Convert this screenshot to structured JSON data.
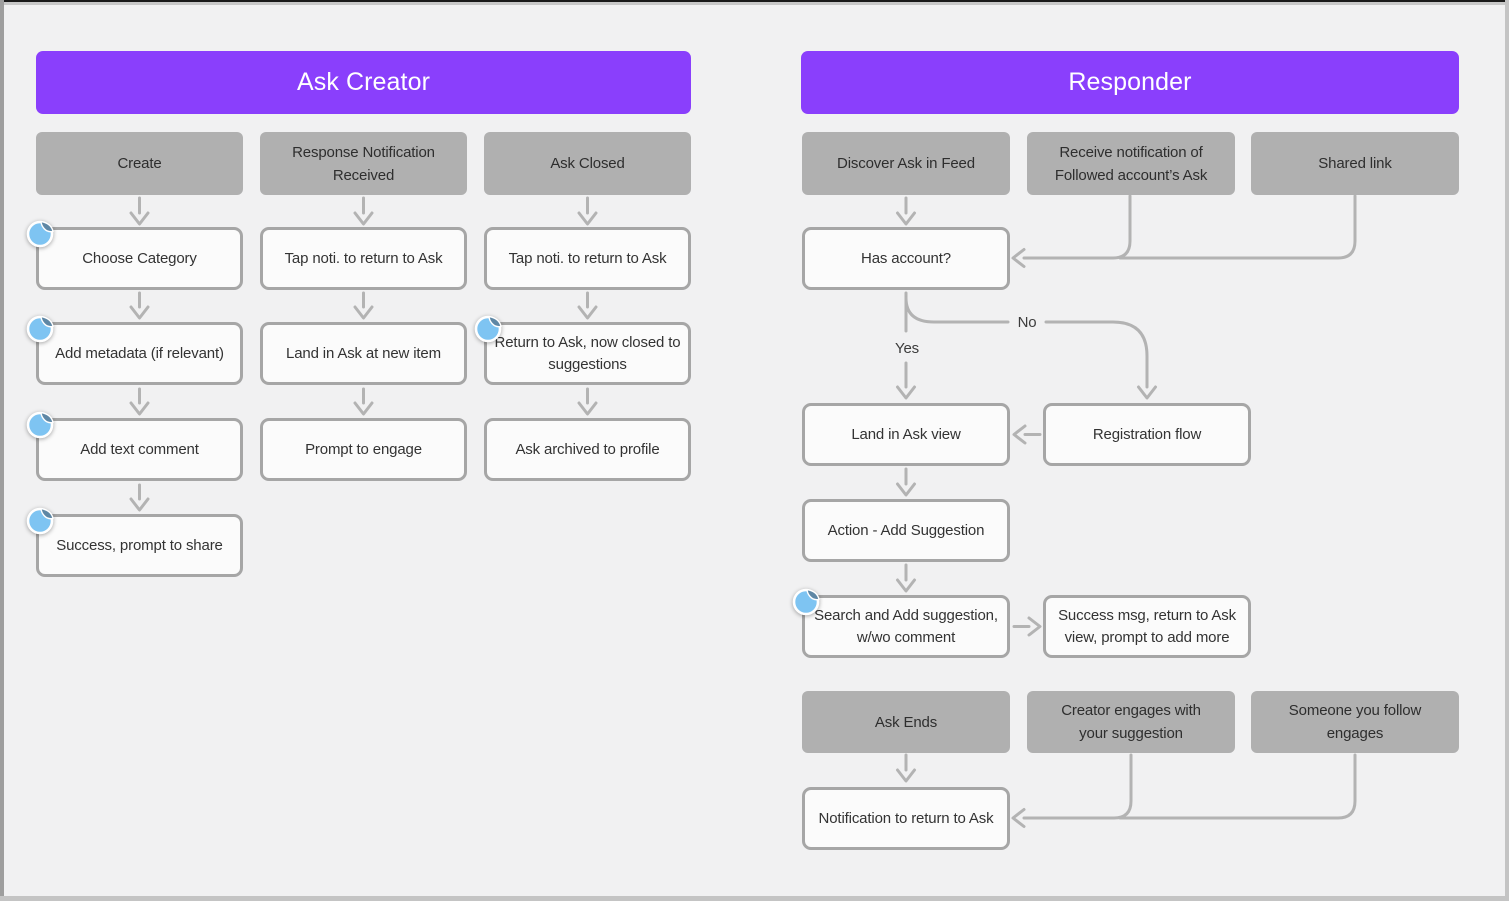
{
  "sections": {
    "creator": {
      "title": "Ask Creator",
      "lanes": [
        "Create",
        "Response Notification\nReceived",
        "Ask Closed"
      ],
      "steps": {
        "choose_category": "Choose Category",
        "add_metadata": "Add metadata (if relevant)",
        "add_text_comment": "Add text comment",
        "success_share": "Success, prompt to share",
        "tap_noti_response": "Tap noti. to return to Ask",
        "land_new_item": "Land in Ask at new item",
        "prompt_engage": "Prompt to engage",
        "tap_noti_closed": "Tap noti. to return to Ask",
        "return_closed": "Return to Ask, now closed to\nsuggestions",
        "ask_archived": "Ask archived to profile"
      }
    },
    "responder": {
      "title": "Responder",
      "lanes": [
        "Discover Ask in Feed",
        "Receive notification of\nFollowed account’s Ask",
        "Shared link"
      ],
      "outcome_lanes": [
        "Ask Ends",
        "Creator engages with\nyour suggestion",
        "Someone you follow\nengages"
      ],
      "steps": {
        "has_account": "Has account?",
        "land_ask_view": "Land in Ask view",
        "registration_flow": "Registration flow",
        "action_add_suggestion": "Action - Add Suggestion",
        "search_add_suggestion": "Search and Add suggestion,\nw/wo comment",
        "success_msg": "Success msg, return to Ask\nview, prompt to add more",
        "notification_return": "Notification to return to Ask"
      },
      "branch_labels": {
        "yes": "Yes",
        "no": "No"
      }
    }
  },
  "icons": {
    "sticker": "blue-round-sticker-icon"
  },
  "colors": {
    "section_header": "#8A3FFC",
    "section_header_text": "#FFFFFF",
    "lane_fill": "#B0B0B0",
    "lane_text": "#2E2E2E",
    "node_fill": "#FBFBFB",
    "node_border": "#A6A6A6",
    "node_text": "#333333",
    "connector": "#B3B3B3",
    "canvas": "#F1F1F2",
    "label_text": "#3C3C3C",
    "sticker_blue": "#7EC4F2",
    "sticker_fold": "#5E87A5",
    "window_edge_top": "#1A1A1A",
    "window_edge_gray": "#C8C8C8",
    "window_edge_left": "#9E9E9E",
    "window_edge_bottom": "#C4C4C4"
  }
}
